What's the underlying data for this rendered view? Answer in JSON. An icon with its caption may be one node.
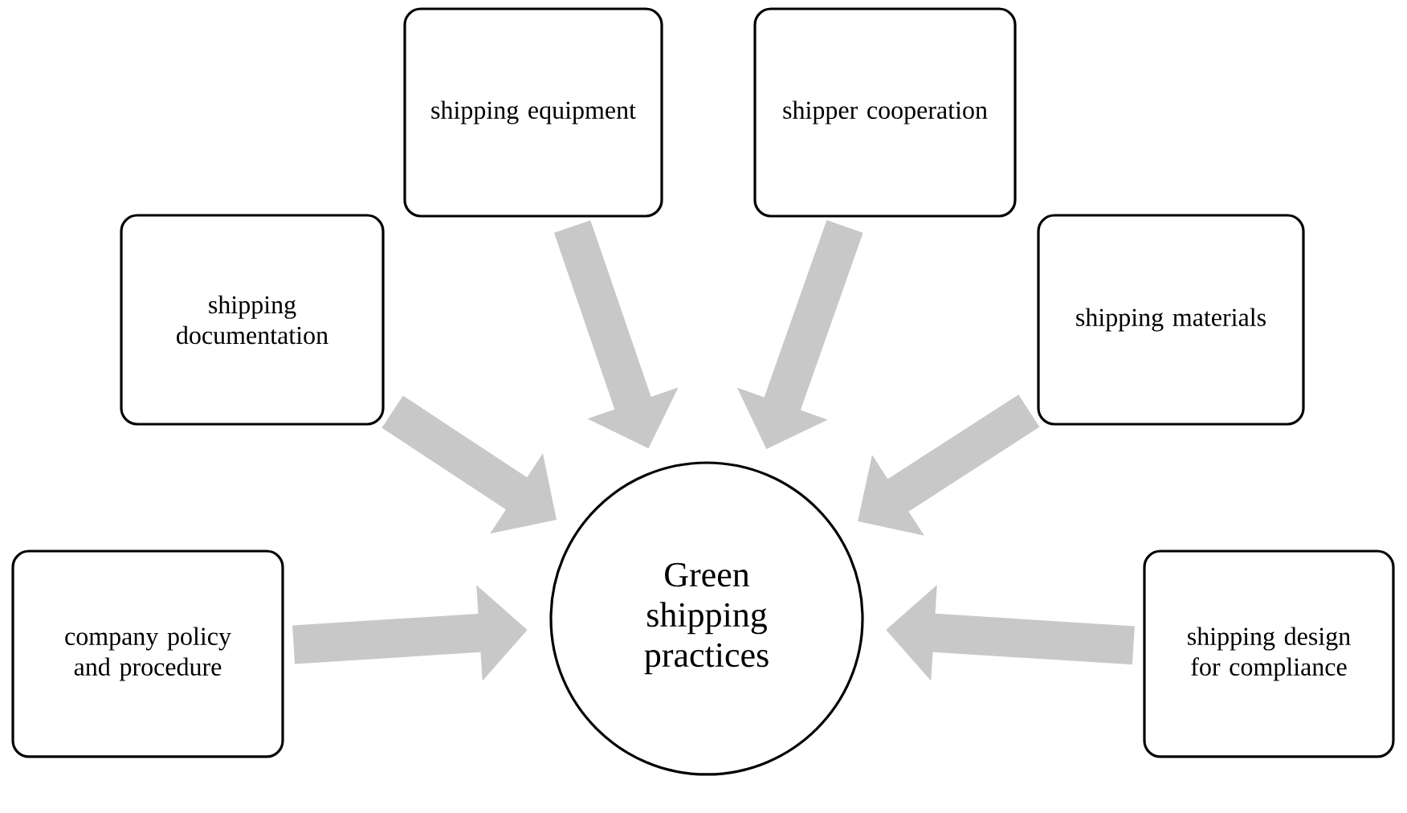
{
  "diagram": {
    "nodes": [
      {
        "text": [
          "shipping equipment"
        ]
      },
      {
        "text": [
          "shipper cooperation"
        ]
      },
      {
        "text": [
          "shipping documentation"
        ]
      },
      {
        "text": [
          "shipping materials"
        ]
      },
      {
        "text": [
          "company policy and procedure"
        ]
      },
      {
        "text": [
          "Green shipping practices"
        ]
      },
      {
        "text": [
          "shipping design for compliance"
        ]
      }
    ],
    "edges": [
      {
        "from": 0,
        "to": 5,
        "arrow": "to"
      },
      {
        "from": 1,
        "to": 5,
        "arrow": "to"
      },
      {
        "from": 2,
        "to": 5,
        "arrow": "to"
      },
      {
        "from": 3,
        "to": 5,
        "arrow": "to"
      },
      {
        "from": 4,
        "to": 5,
        "arrow": "to"
      },
      {
        "from": 6,
        "to": 5,
        "arrow": "to"
      }
    ]
  }
}
